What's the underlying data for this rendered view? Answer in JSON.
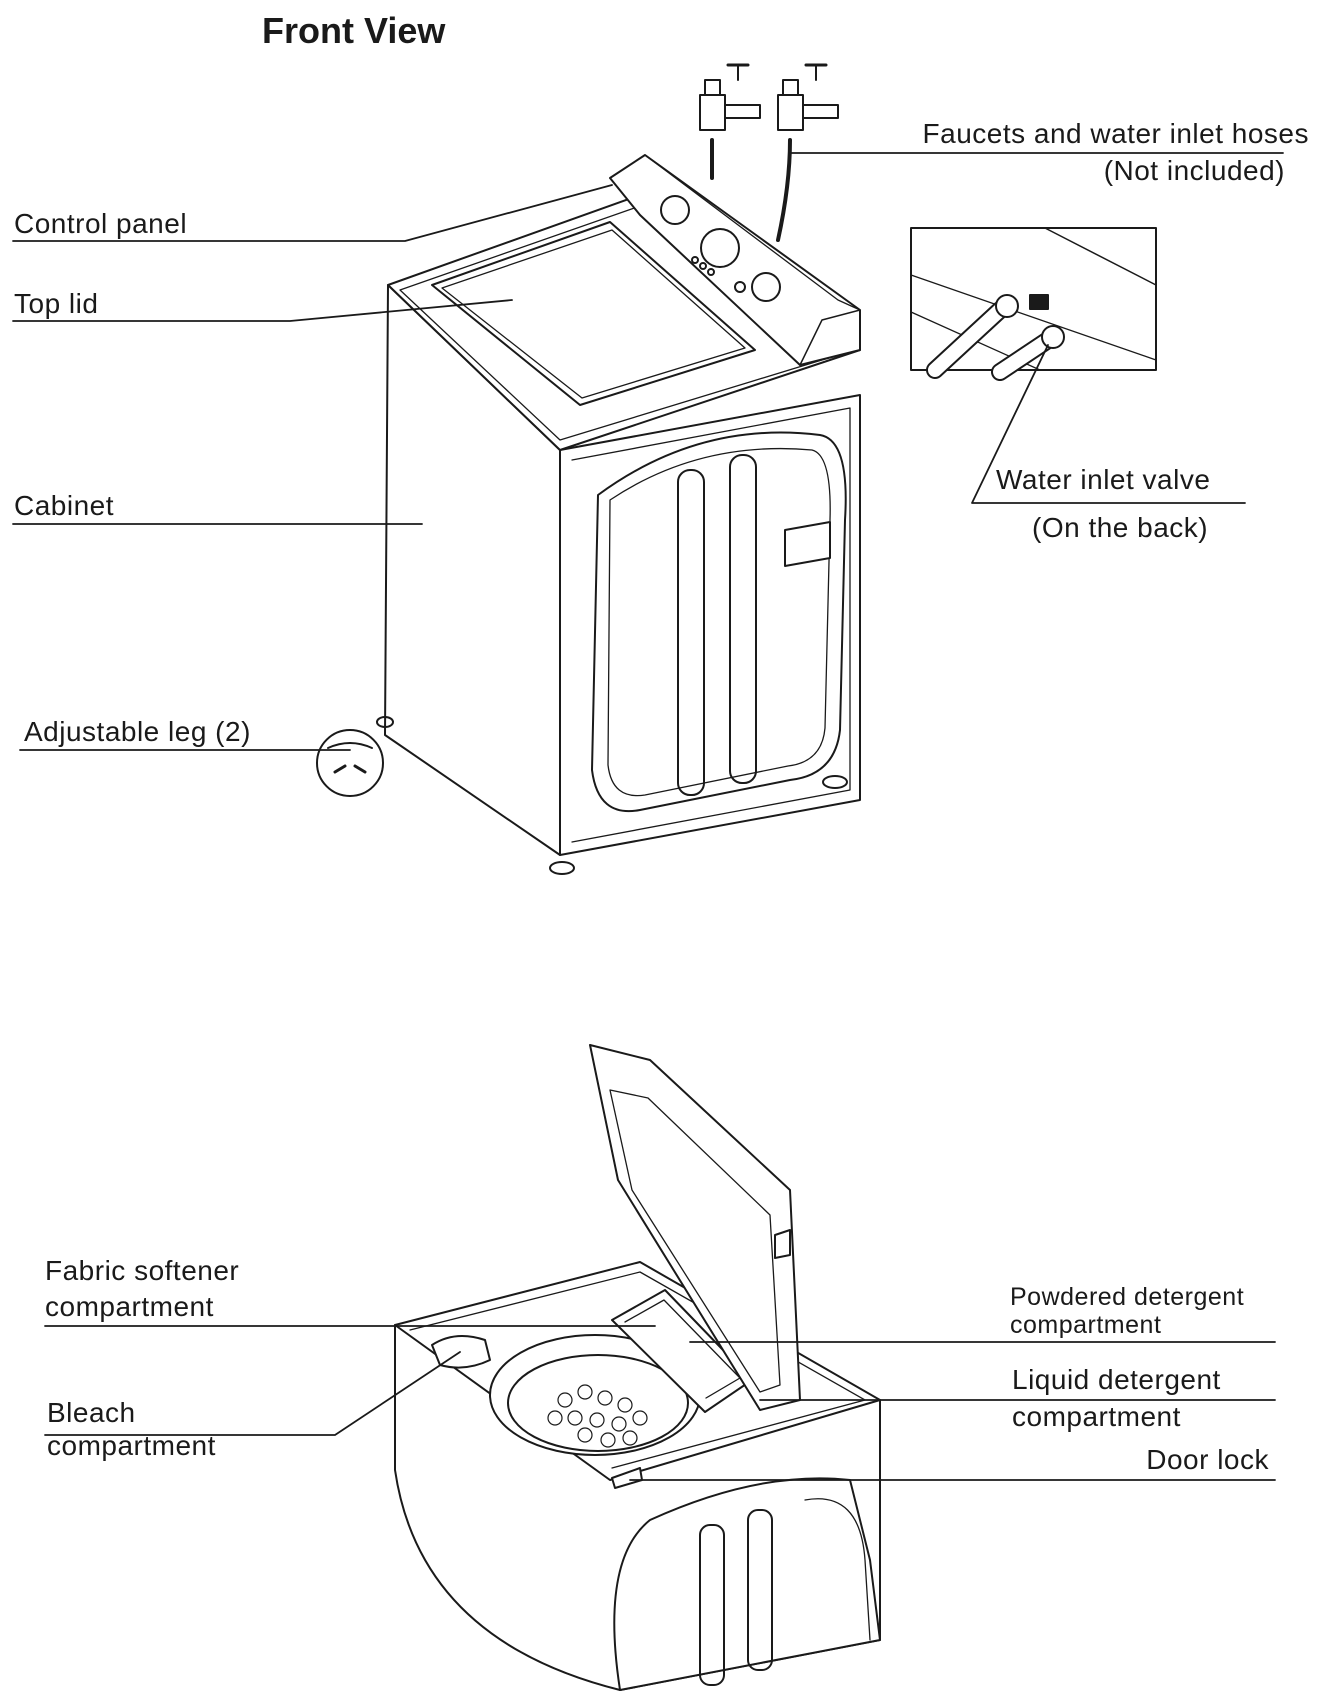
{
  "title": "Front View",
  "labels": {
    "control_panel": "Control panel",
    "top_lid": "Top lid",
    "cabinet": "Cabinet",
    "adjustable_leg": "Adjustable leg (2)",
    "faucets_line1": "Faucets and water inlet hoses",
    "faucets_line2": "(Not included)",
    "valve_line1": "Water inlet valve",
    "valve_line2": "(On the back)",
    "softener_line1": "Fabric softener",
    "softener_line2": "compartment",
    "bleach_line1": "Bleach",
    "bleach_line2": "compartment",
    "powdered_line1": "Powdered detergent",
    "powdered_line2": "compartment",
    "liquid_line1": "Liquid detergent",
    "liquid_line2": "compartment",
    "door_lock": "Door lock"
  }
}
